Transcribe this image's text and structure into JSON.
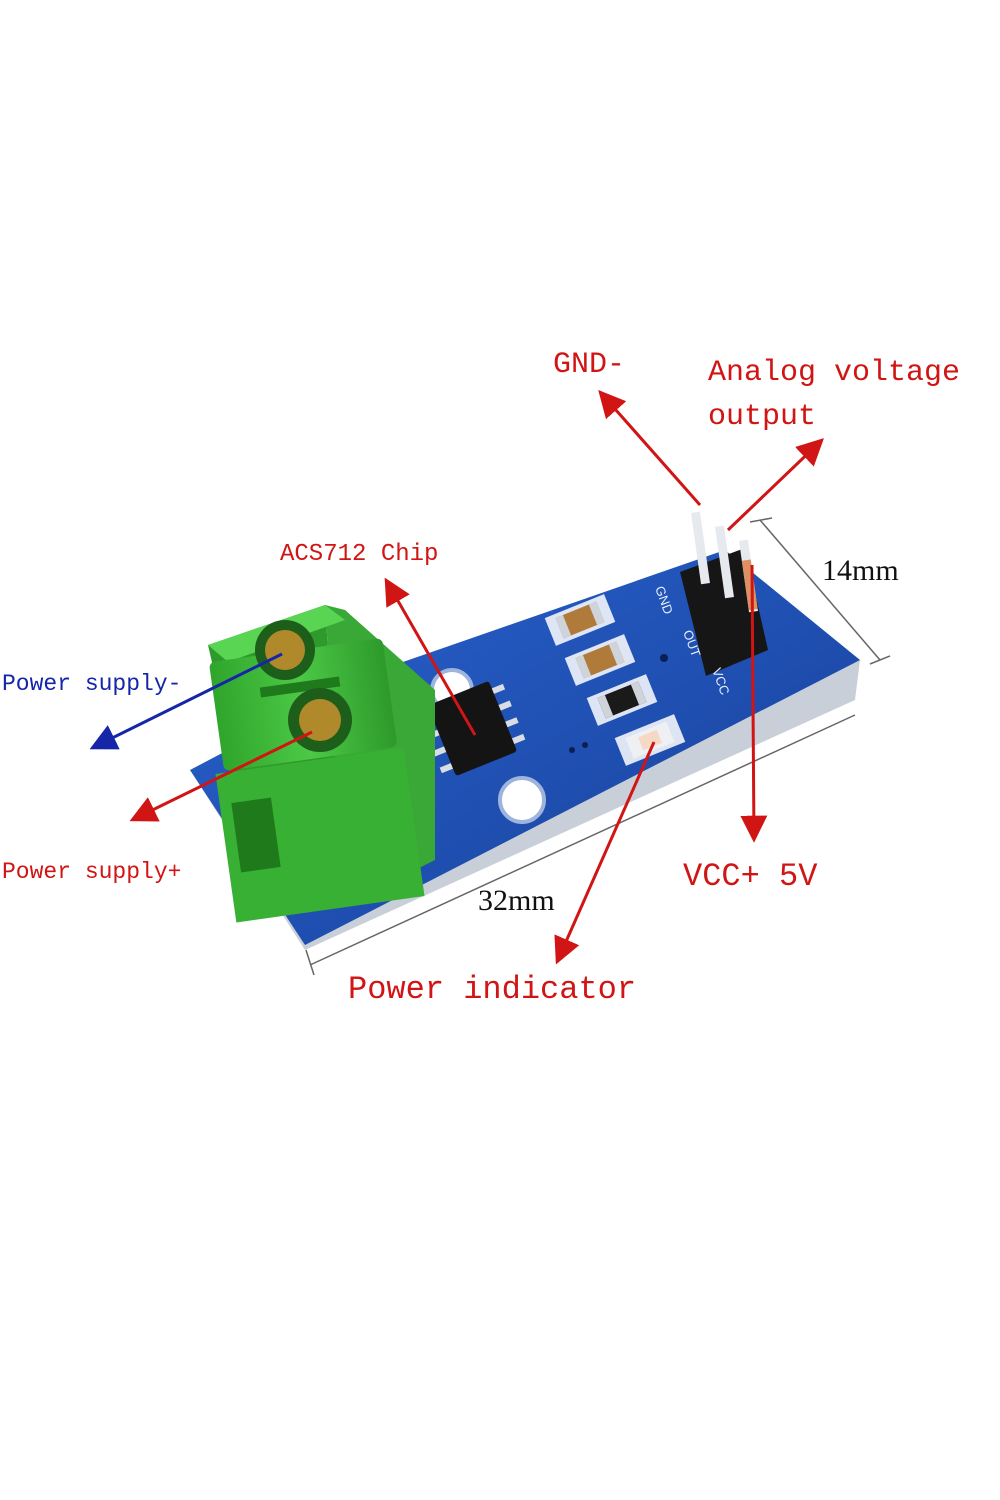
{
  "labels": {
    "gnd": "GND-",
    "analog_line1": "Analog voltage",
    "analog_line2": "output",
    "chip": "ACS712 Chip",
    "power_minus": "Power supply-",
    "power_plus": "Power supply+",
    "vcc": "VCC+ 5V",
    "power_indicator": "Power indicator"
  },
  "dimensions": {
    "width": "14mm",
    "length": "32mm"
  },
  "silkscreen": {
    "gnd": "GND",
    "out": "OUT",
    "vcc": "VCC"
  },
  "colors": {
    "label_red": "#d11414",
    "label_blue": "#1526a8",
    "pcb_blue": "#1f4fb0",
    "terminal_green": "#3fb83a"
  }
}
